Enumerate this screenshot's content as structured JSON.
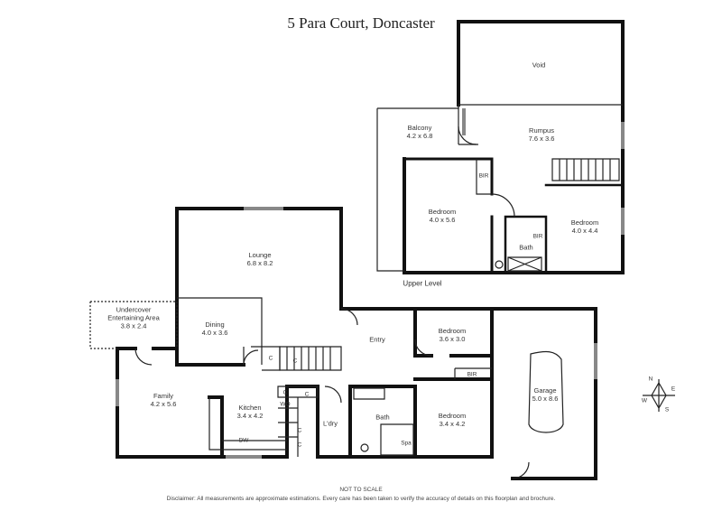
{
  "title": "5 Para Court, Doncaster",
  "levels": {
    "upper": "Upper Level"
  },
  "upper_rooms": {
    "void": {
      "name": "Void"
    },
    "balcony": {
      "name": "Balcony",
      "size": "4.2 x 6.8"
    },
    "rumpus": {
      "name": "Rumpus",
      "size": "7.6 x 3.6"
    },
    "bedroom_a": {
      "name": "Bedroom",
      "size": "4.0 x 5.6"
    },
    "bedroom_b": {
      "name": "Bedroom",
      "size": "4.0 x 4.4"
    },
    "bir_a": "BIR",
    "bir_b": "BIR",
    "bath": "Bath"
  },
  "ground_rooms": {
    "lounge": {
      "name": "Lounge",
      "size": "6.8 x 8.2"
    },
    "undercover": {
      "name": "Undercover",
      "name2": "Entertaining Area",
      "size": "3.8 x 2.4"
    },
    "dining": {
      "name": "Dining",
      "size": "4.0 x 3.6"
    },
    "entry": {
      "name": "Entry"
    },
    "bedroom_c": {
      "name": "Bedroom",
      "size": "3.6 x 3.0"
    },
    "bedroom_d": {
      "name": "Bedroom",
      "size": "3.4 x 4.2"
    },
    "family": {
      "name": "Family",
      "size": "4.2 x 5.6"
    },
    "kitchen": {
      "name": "Kitchen",
      "size": "3.4 x 4.2"
    },
    "laundry": {
      "name": "L'dry"
    },
    "bath": {
      "name": "Bath"
    },
    "garage": {
      "name": "Garage",
      "size": "5.0 x 8.6"
    },
    "bir": "BIR",
    "spa": "Spa",
    "wo": "WO",
    "dw": "DW",
    "cupboard": "C"
  },
  "compass": {
    "n": "N",
    "e": "E",
    "s": "S",
    "w": "W"
  },
  "footer": {
    "scale_note": "NOT TO SCALE",
    "disclaimer": "Disclaimer: All measurements are approximate estimations. Every care has been taken to verify the accuracy of details on this floorplan and brochure."
  }
}
